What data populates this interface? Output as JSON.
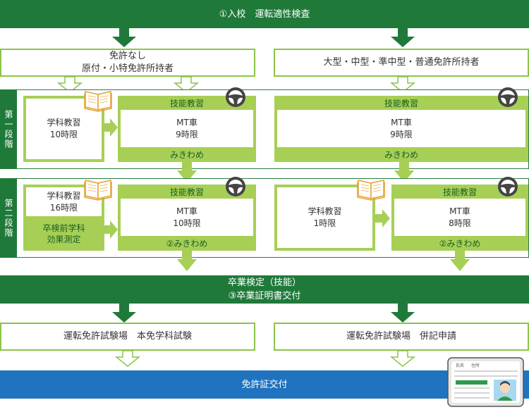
{
  "top_bar": "①入校　運転適性検査",
  "left_holder": {
    "line1": "免許なし",
    "line2": "原付・小特免許所持者"
  },
  "right_holder": "大型・中型・準中型・普通免許所持者",
  "stage1": {
    "label": "第一段階",
    "gakka": {
      "line1": "学科教習",
      "line2": "10時限"
    },
    "left_skill": {
      "head": "技能教習",
      "line1": "MT車",
      "line2": "9時限",
      "foot": "みきわめ"
    },
    "right_skill": {
      "head": "技能教習",
      "line1": "MT車",
      "line2": "9時限",
      "foot": "みきわめ"
    }
  },
  "stage2": {
    "label": "第二段階",
    "gakka_left": {
      "line1": "学科教習",
      "line2": "16時限"
    },
    "kouka": {
      "line1": "卒検前学科",
      "line2": "効果測定"
    },
    "left_skill": {
      "head": "技能教習",
      "line1": "MT車",
      "line2": "10時限",
      "foot": "②みきわめ"
    },
    "gakka_right": {
      "line1": "学科教習",
      "line2": "1時限"
    },
    "right_skill": {
      "head": "技能教習",
      "line1": "MT車",
      "line2": "8時限",
      "foot": "②みきわめ"
    }
  },
  "grad_bar": {
    "line1": "卒業検定（技能）",
    "line2": "③卒業証明書交付"
  },
  "left_exam": "運転免許試験場　本免学科試験",
  "right_exam": "運転免許試験場　併記申請",
  "issue_bar": "免許証交付",
  "license_card": {
    "tab1": "氏名",
    "tab2": "住所"
  },
  "colors": {
    "dark_green": "#1f7a3a",
    "lime": "#a7cf56",
    "light_green": "#8cc44a",
    "blue": "#1f73bf"
  }
}
